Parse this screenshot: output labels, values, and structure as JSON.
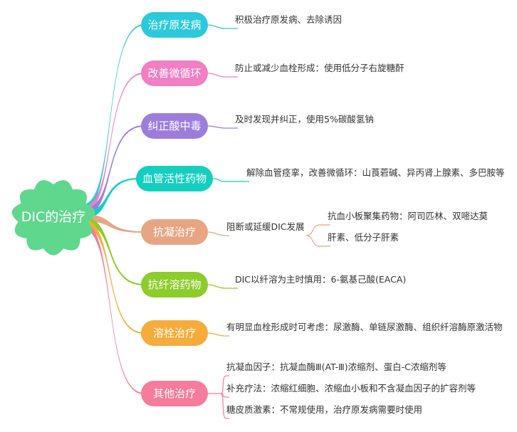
{
  "root": {
    "label": "DIC的治疗",
    "color": "#5fd88e"
  },
  "branches": [
    {
      "label": "治疗原发病",
      "color": "#2bc9dc",
      "leaves": [
        {
          "text": "积极治疗原发病、去除诱因"
        }
      ]
    },
    {
      "label": "改善微循环",
      "color": "#f07fc4",
      "leaves": [
        {
          "text": "防止或减少血栓形成：使用低分子右旋糖酐"
        }
      ]
    },
    {
      "label": "纠正酸中毒",
      "color": "#9d7ddc",
      "leaves": [
        {
          "text": "及时发现并纠正，使用5%碳酸氢钠"
        }
      ]
    },
    {
      "label": "血管活性药物",
      "color": "#14cfc0",
      "leaves": [
        {
          "text": "解除血管痉挛，改善微循环：山莨菪碱、异丙肾上腺素、多巴胺等"
        }
      ]
    },
    {
      "label": "抗凝治疗",
      "color": "#e8a584",
      "leaves": [
        {
          "text": "阻断或延缓DIC发展"
        }
      ],
      "subleaves": [
        {
          "text": "抗血小板聚集药物：阿司匹林、双嘧达莫"
        },
        {
          "text": "肝素、低分子肝素"
        }
      ]
    },
    {
      "label": "抗纤溶药物",
      "color": "#8ccc2b",
      "leaves": [
        {
          "text": "DIC以纤溶为主时慎用：6-氨基己酸(EACA)"
        }
      ]
    },
    {
      "label": "溶栓治疗",
      "color": "#f5ac3a",
      "leaves": [
        {
          "text": "有明显血栓形成时可考虑：尿激酶、单链尿激酶、组织纤溶酶原激活物"
        }
      ]
    },
    {
      "label": "其他治疗",
      "color": "#f57c9a",
      "leaves": [
        {
          "text": "抗凝血因子：抗凝血酶Ⅲ(AT-Ⅲ)浓缩剂、蛋白-C浓缩剂等"
        },
        {
          "text": "补充疗法：浓缩红细胞、浓缩血小板和不含凝血因子的扩容剂等"
        },
        {
          "text": "糖皮质激素：不常规使用，治疗原发病需要时使用"
        }
      ]
    }
  ]
}
